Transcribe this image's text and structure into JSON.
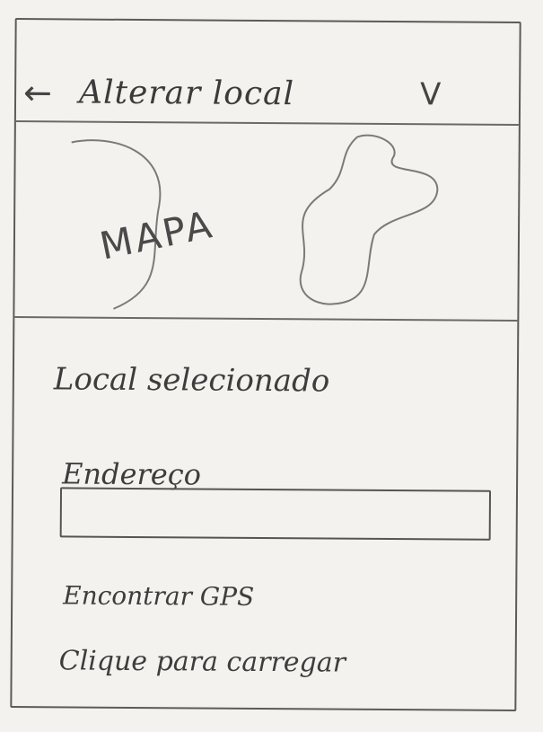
{
  "header": {
    "back_icon": "arrow-left-icon",
    "back_glyph": "←",
    "title": "Alterar local",
    "chevron_icon": "chevron-down-icon",
    "chevron_glyph": "V"
  },
  "map": {
    "label": "MAPA"
  },
  "content": {
    "selected_location": "Local selecionado",
    "address_label": "Endereço",
    "address_value": "",
    "find_gps": "Encontrar GPS",
    "click_to_load": "Clique para carregar"
  }
}
